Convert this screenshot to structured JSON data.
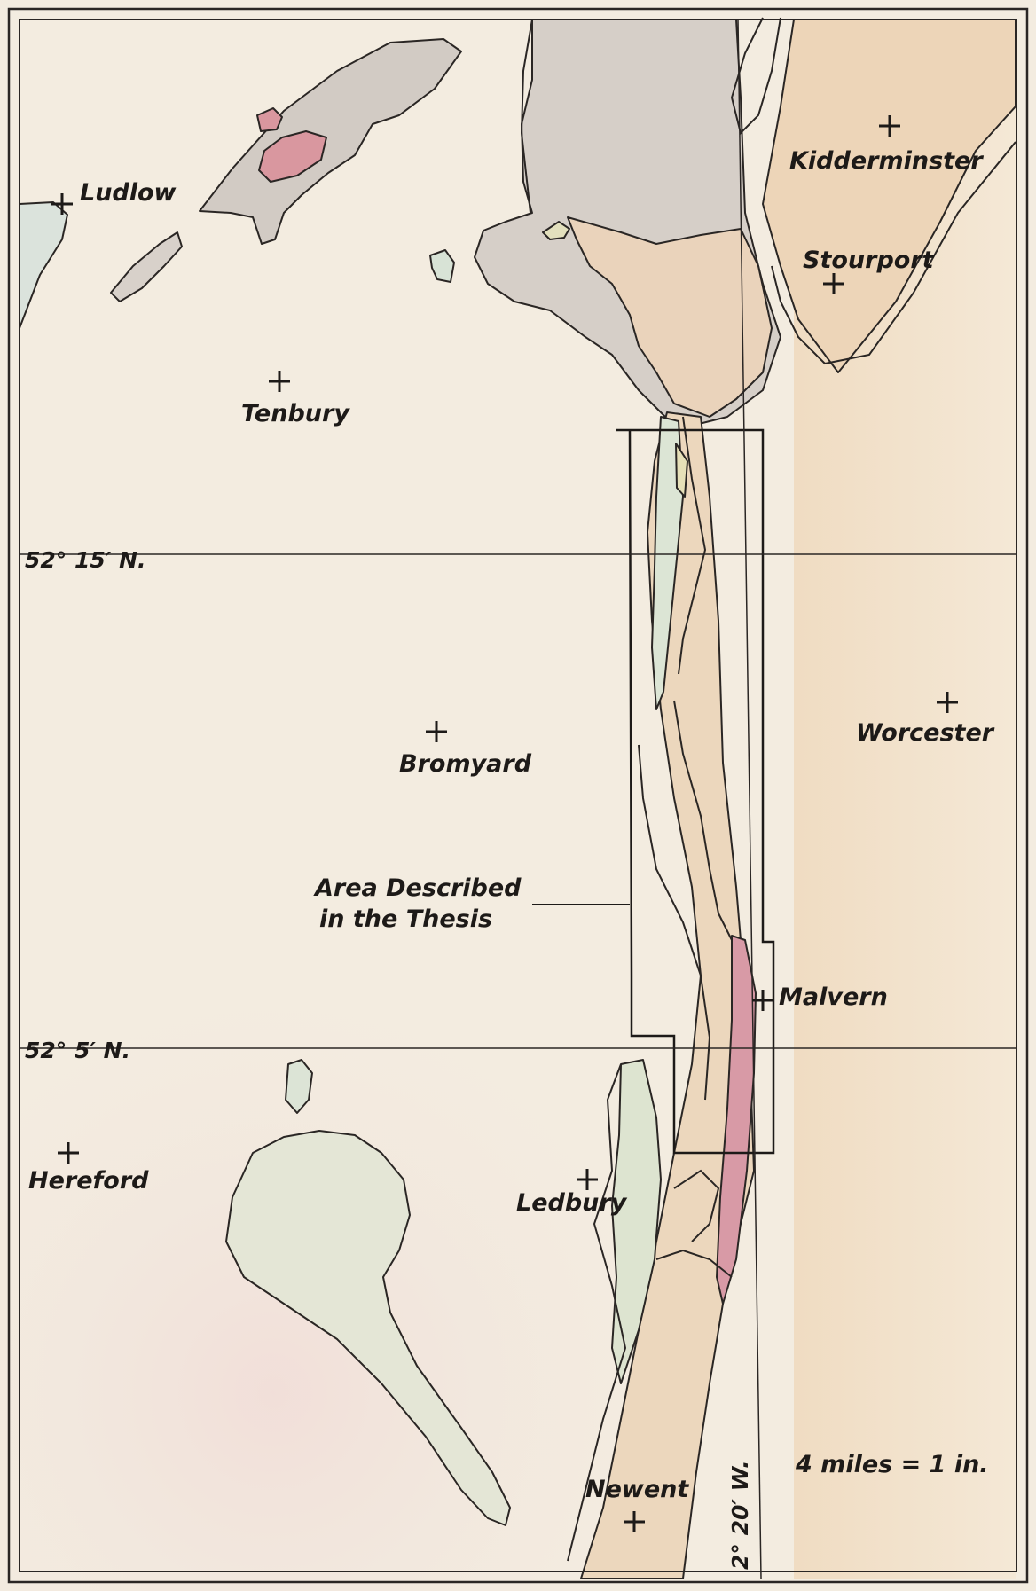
{
  "towns": [
    {
      "id": "ludlow",
      "name": "Ludlow"
    },
    {
      "id": "kidderminster",
      "name": "Kidderminster"
    },
    {
      "id": "stourport",
      "name": "Stourport"
    },
    {
      "id": "tenbury",
      "name": "Tenbury"
    },
    {
      "id": "worcester",
      "name": "Worcester"
    },
    {
      "id": "bromyard",
      "name": "Bromyard"
    },
    {
      "id": "malvern",
      "name": "Malvern"
    },
    {
      "id": "hereford",
      "name": "Hereford"
    },
    {
      "id": "ledbury",
      "name": "Ledbury"
    },
    {
      "id": "newent",
      "name": "Newent"
    }
  ],
  "grid": {
    "lat_north": "52° 15′ N.",
    "lat_south": "52° 5′ N.",
    "longitude": "2° 20′ W."
  },
  "study_area": {
    "label_line1": "Area Described",
    "label_line2": "in the Thesis"
  },
  "scale": "4 miles = 1 in.",
  "colors": {
    "paper": "#f3ece0",
    "grey_outcrop": "#d4cdc6",
    "red_outcrop": "#d99aa3",
    "green_outcrop": "#dfe4cf",
    "sandstone": "#ecd8c0",
    "ink": "#2a2624"
  }
}
